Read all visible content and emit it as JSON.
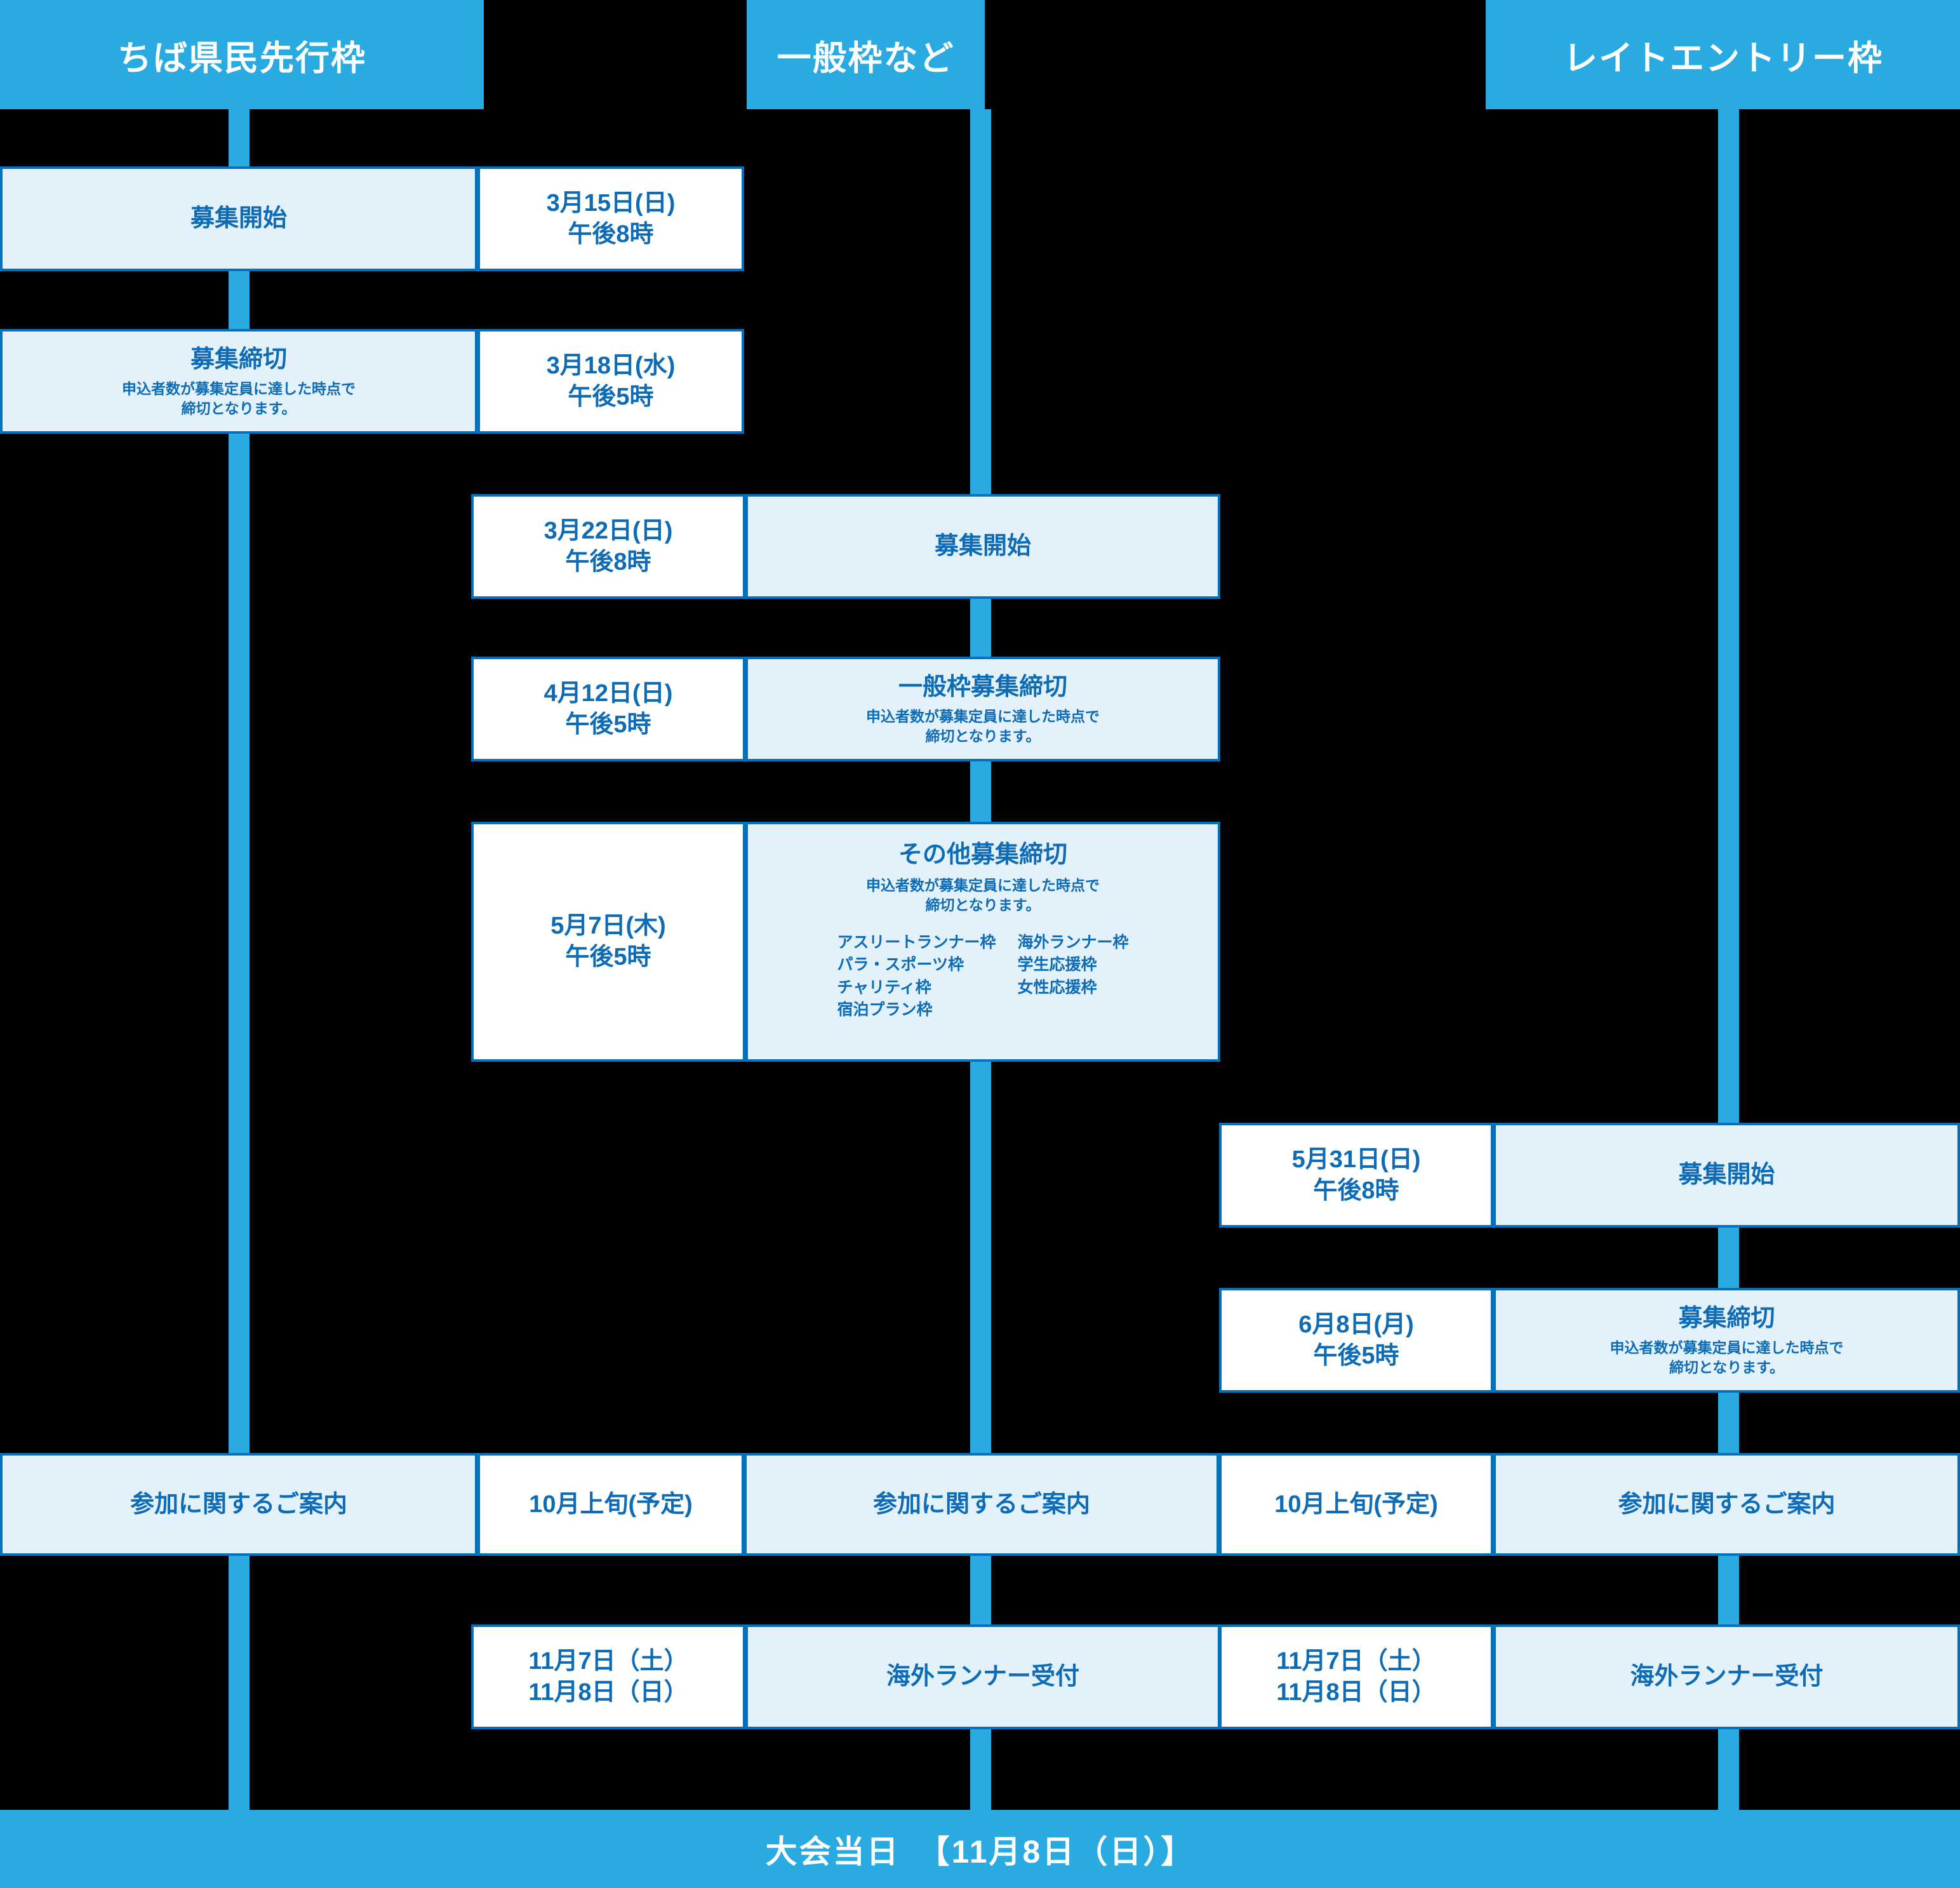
{
  "theme": {
    "background": "#000000",
    "accent_cyan": "#29abe2",
    "border_blue": "#0071bc",
    "text_blue": "#0d6cb5",
    "panel_light": "#e3f1fb",
    "panel_white": "#ffffff",
    "header_text": "#ffffff"
  },
  "headers": [
    {
      "label": "ちば県民先行枠"
    },
    {
      "label": "一般枠など"
    },
    {
      "label": "レイトエントリー枠"
    }
  ],
  "rows": [
    {
      "id": "chiba-open",
      "label_title": "募集開始",
      "label_sub": "",
      "date_lines": [
        "3月15日(日)",
        "午後8時"
      ]
    },
    {
      "id": "chiba-close",
      "label_title": "募集締切",
      "label_sub": "申込者数が募集定員に達した時点で\n締切となります。",
      "date_lines": [
        "3月18日(水)",
        "午後5時"
      ]
    },
    {
      "id": "general-open",
      "label_title": "募集開始",
      "label_sub": "",
      "date_lines": [
        "3月22日(日)",
        "午後8時"
      ]
    },
    {
      "id": "general-close",
      "label_title": "一般枠募集締切",
      "label_sub": "申込者数が募集定員に達した時点で\n締切となります。",
      "date_lines": [
        "4月12日(日)",
        "午後5時"
      ]
    },
    {
      "id": "other-close",
      "label_title": "その他募集締切",
      "label_sub": "申込者数が募集定員に達した時点で\n締切となります。",
      "date_lines": [
        "5月7日(木)",
        "午後5時"
      ],
      "frames_left": [
        "アスリートランナー枠",
        "パラ・スポーツ枠",
        "チャリティ枠",
        "宿泊プラン枠"
      ],
      "frames_right": [
        "海外ランナー枠",
        "学生応援枠",
        "女性応援枠"
      ]
    },
    {
      "id": "late-open",
      "label_title": "募集開始",
      "label_sub": "",
      "date_lines": [
        "5月31日(日)",
        "午後8時"
      ]
    },
    {
      "id": "late-close",
      "label_title": "募集締切",
      "label_sub": "申込者数が募集定員に達した時点で\n締切となります。",
      "date_lines": [
        "6月8日(月)",
        "午後5時"
      ]
    }
  ],
  "info_row": {
    "chiba_label": "参加に関するご案内",
    "chiba_date": "10月上旬(予定)",
    "general_label": "参加に関するご案内",
    "general_date": "10月上旬(予定)",
    "late_label": "参加に関するご案内"
  },
  "overseas_row": {
    "general_date_lines": [
      "11月7日（土）",
      "11月8日（日）"
    ],
    "general_label": "海外ランナー受付",
    "late_date_lines": [
      "11月7日（土）",
      "11月8日（日）"
    ],
    "late_label": "海外ランナー受付"
  },
  "banner": {
    "text": "大会当日　【11月8日（日）】"
  }
}
